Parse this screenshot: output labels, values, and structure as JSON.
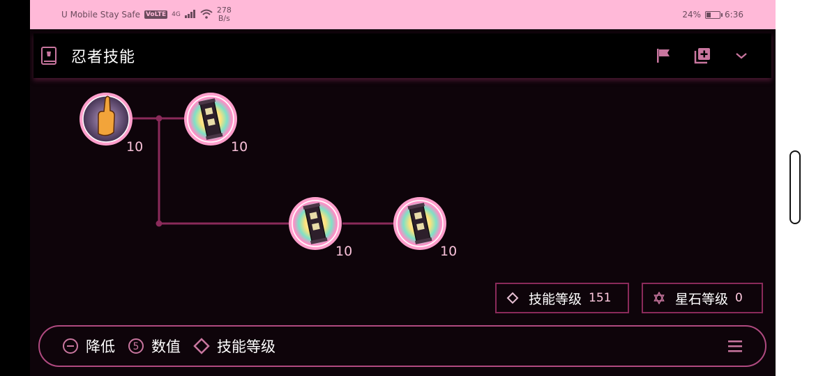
{
  "status_bar": {
    "carrier": "U Mobile Stay Safe",
    "volte": "VoLTE",
    "network": "4G",
    "speed_value": "278",
    "speed_unit": "B/s",
    "battery": "24%",
    "time": "6:36"
  },
  "header": {
    "title": "忍者技能",
    "icons": [
      "book-icon",
      "flag-icon",
      "add-layer-icon",
      "chevron-down-icon"
    ]
  },
  "tree": {
    "nodes": [
      {
        "name": "skill-node-1",
        "level": "10",
        "kind": "hand"
      },
      {
        "name": "skill-node-2",
        "level": "10",
        "kind": "scroll"
      },
      {
        "name": "skill-node-3",
        "level": "10",
        "kind": "scroll"
      },
      {
        "name": "skill-node-4",
        "level": "10",
        "kind": "scroll"
      }
    ]
  },
  "summary": {
    "skill_level_label": "技能等级",
    "skill_level_value": "151",
    "star_level_label": "星石等级",
    "star_level_value": "0"
  },
  "bottom_bar": {
    "reduce_label": "降低",
    "value_label": "数值",
    "value_badge": "5",
    "skill_level_label": "技能等级"
  },
  "colors": {
    "accent": "#b04a80",
    "line": "#8a2a5a",
    "status_bg": "#ffb9d8",
    "node_ring": "#ff9fcc"
  }
}
